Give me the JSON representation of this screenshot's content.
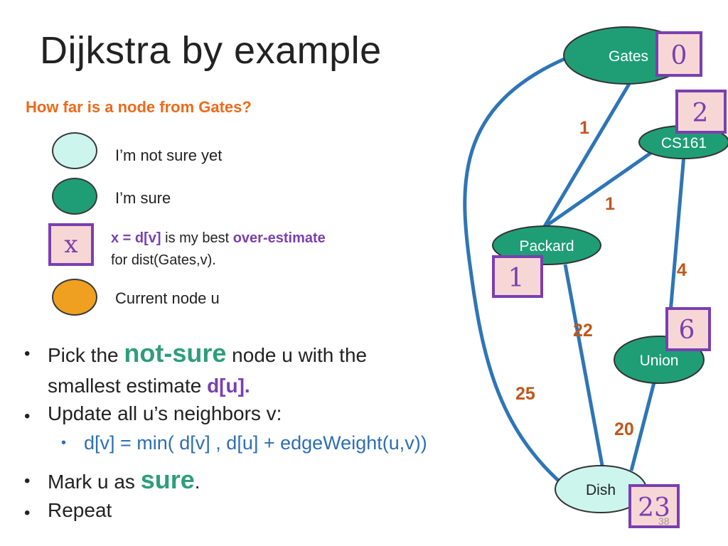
{
  "slide": {
    "title": "Dijkstra by example",
    "question": "How far is a node from Gates?",
    "page_number": "38"
  },
  "legend": {
    "not_sure": "I’m not sure yet",
    "sure": "I’m sure",
    "estimate_box_symbol": "x",
    "estimate_part1": "x = d[v]",
    "estimate_part2": " is my best ",
    "estimate_part3": "over-estimate",
    "estimate_line2": "for dist(Gates,v).",
    "current": "Current node u"
  },
  "bullets": {
    "b1_pre": "Pick the ",
    "b1_highlight": "not-sure",
    "b1_post": " node u with the",
    "b1_line2_pre": "smallest estimate ",
    "b1_line2_highlight": "d[u].",
    "b2": " Update all u’s neighbors v:",
    "b2_sub": "d[v] = min( d[v] , d[u] + edgeWeight(u,v))",
    "b3_pre": "Mark u as ",
    "b3_highlight": "sure",
    "b3_post": ".",
    "b4": "Repeat"
  },
  "graph": {
    "nodes": {
      "gates": {
        "label": "Gates",
        "distance": "0",
        "state": "sure"
      },
      "cs161": {
        "label": "CS161",
        "distance": "2",
        "state": "sure"
      },
      "packard": {
        "label": "Packard",
        "distance": "1",
        "state": "sure"
      },
      "union": {
        "label": "Union",
        "distance": "6",
        "state": "sure"
      },
      "dish": {
        "label": "Dish",
        "distance": "23",
        "state": "not-sure"
      }
    },
    "edges": {
      "gates_packard": "1",
      "packard_cs161": "1",
      "cs161_union": "4",
      "packard_dish": "22",
      "gates_dish": "25",
      "union_dish": "20"
    }
  },
  "colors": {
    "sure": "#1f9e76",
    "not_sure": "#ccf5ee",
    "current": "#f0a020",
    "edge": "#2e75b6",
    "estimate_box_fill": "#f7d7d5",
    "estimate_box_border": "#7a3fb0",
    "weight_text": "#c0571b",
    "question_text": "#ee6a1a",
    "highlight_green": "#2e9e7a",
    "highlight_purple": "#7a3fb0",
    "sub_bullet_text": "#2e6eb5"
  }
}
